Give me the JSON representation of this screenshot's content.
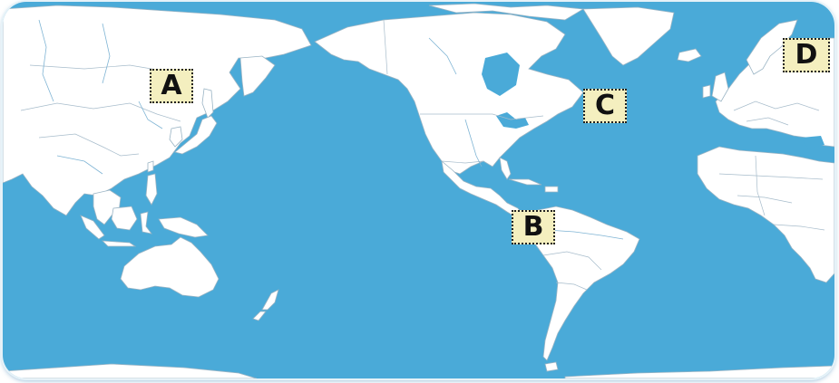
{
  "map": {
    "ocean_color": "#4aaad8",
    "land_color": "#ffffff",
    "markers": [
      {
        "id": "A",
        "label": "A"
      },
      {
        "id": "B",
        "label": "B"
      },
      {
        "id": "C",
        "label": "C"
      },
      {
        "id": "D",
        "label": "D"
      }
    ],
    "marker_fill": "#f4efbf"
  }
}
